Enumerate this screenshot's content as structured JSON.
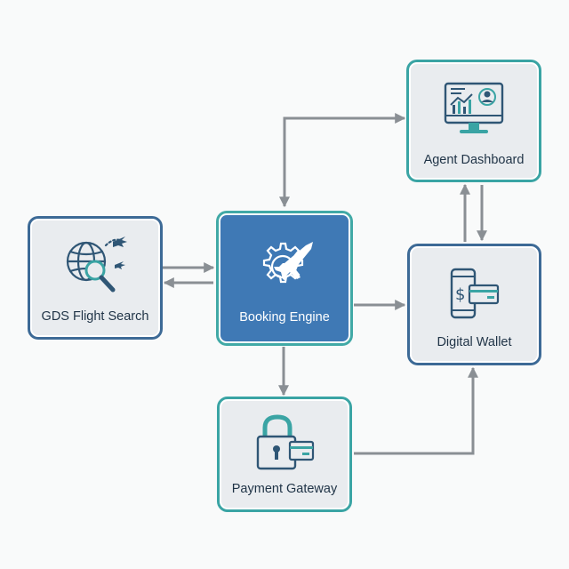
{
  "nodes": {
    "gds": {
      "label": "GDS Flight Search",
      "icon": "globe-search-plane-icon"
    },
    "booking": {
      "label": "Booking Engine",
      "icon": "gear-plane-icon"
    },
    "agent": {
      "label": "Agent Dashboard",
      "icon": "monitor-chart-user-icon"
    },
    "wallet": {
      "label": "Digital Wallet",
      "icon": "phone-dollar-card-icon"
    },
    "payment": {
      "label": "Payment Gateway",
      "icon": "padlock-card-icon"
    }
  },
  "colors": {
    "navy": "#2f5675",
    "teal": "#3aa4a4",
    "blue_border": "#3d6a96",
    "primary_fill": "#3f79b5",
    "arrow": "#8a8f94",
    "node_fill": "#e9ecef"
  }
}
